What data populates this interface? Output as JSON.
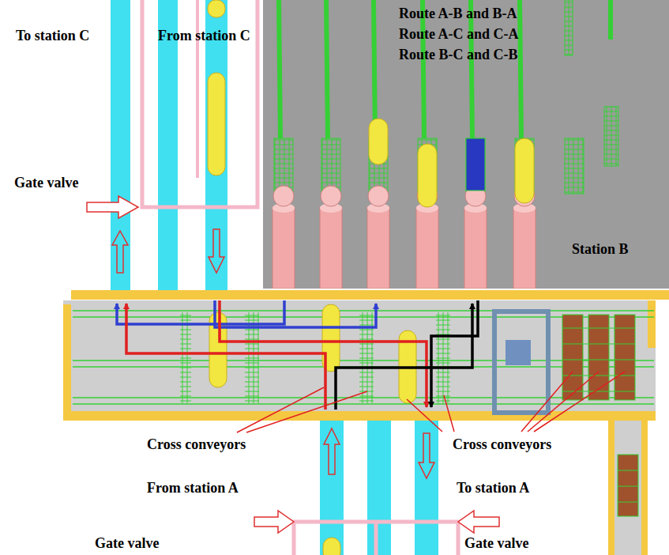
{
  "diagram": {
    "nodes": [
      {
        "text": [
          "Station B"
        ]
      }
    ],
    "labels": [
      "To station C",
      "From station C",
      "Gate valve",
      "Cross conveyors",
      "Cross conveyors",
      "From station A",
      "To station A",
      "Gate valve",
      "Gate valve"
    ],
    "legend": [
      {
        "text": "Route A-B and B-A"
      },
      {
        "text": "Route A-C and C-A"
      },
      {
        "text": "Route B-C and C-B"
      }
    ]
  }
}
